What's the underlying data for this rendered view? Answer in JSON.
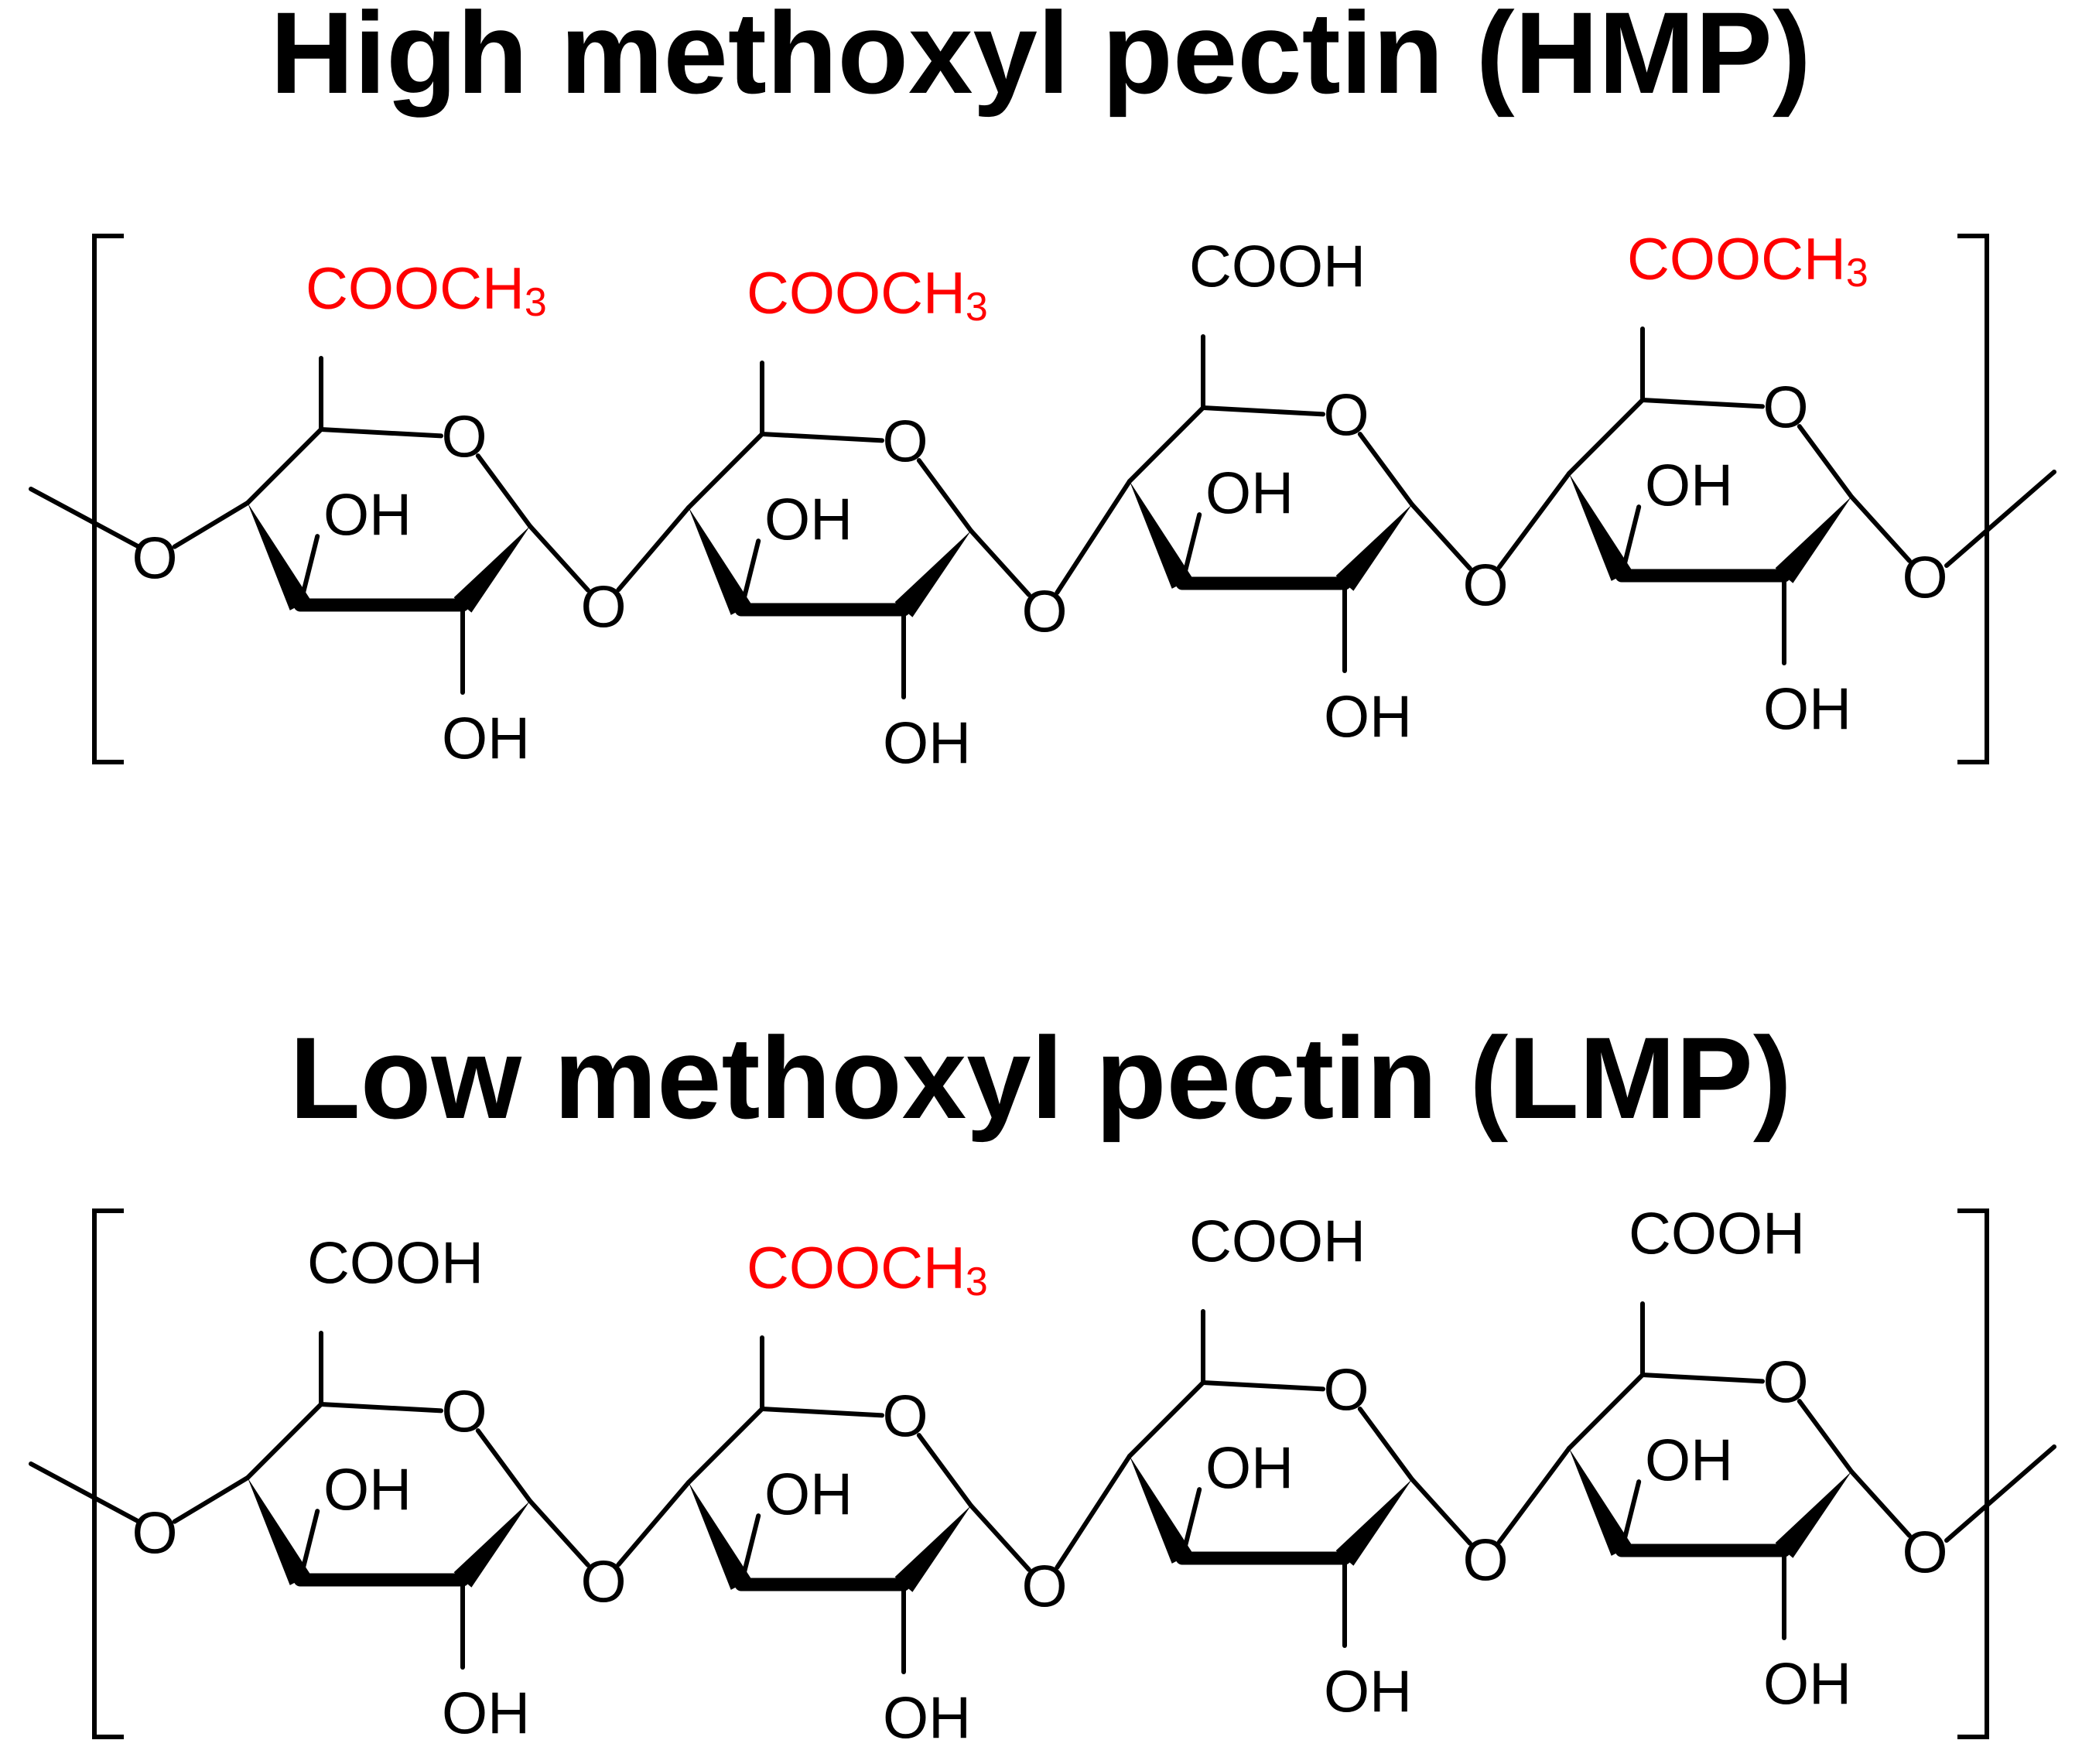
{
  "colors": {
    "ink": "#000000",
    "methyl_ester": "#ff0000"
  },
  "labels": {
    "ring_oxygen": "O",
    "hydroxyl": "OH",
    "methyl_ester_main": "COOCH",
    "methyl_ester_subscript": "3",
    "carboxyl": "COOH"
  },
  "structures": [
    {
      "title": "High methoxyl pectin (HMP)",
      "units": [
        {
          "group": "methyl_ester"
        },
        {
          "group": "methyl_ester"
        },
        {
          "group": "carboxyl"
        },
        {
          "group": "methyl_ester"
        }
      ]
    },
    {
      "title": "Low methoxyl pectin (LMP)",
      "units": [
        {
          "group": "carboxyl"
        },
        {
          "group": "methyl_ester"
        },
        {
          "group": "carboxyl"
        },
        {
          "group": "carboxyl"
        }
      ]
    }
  ]
}
